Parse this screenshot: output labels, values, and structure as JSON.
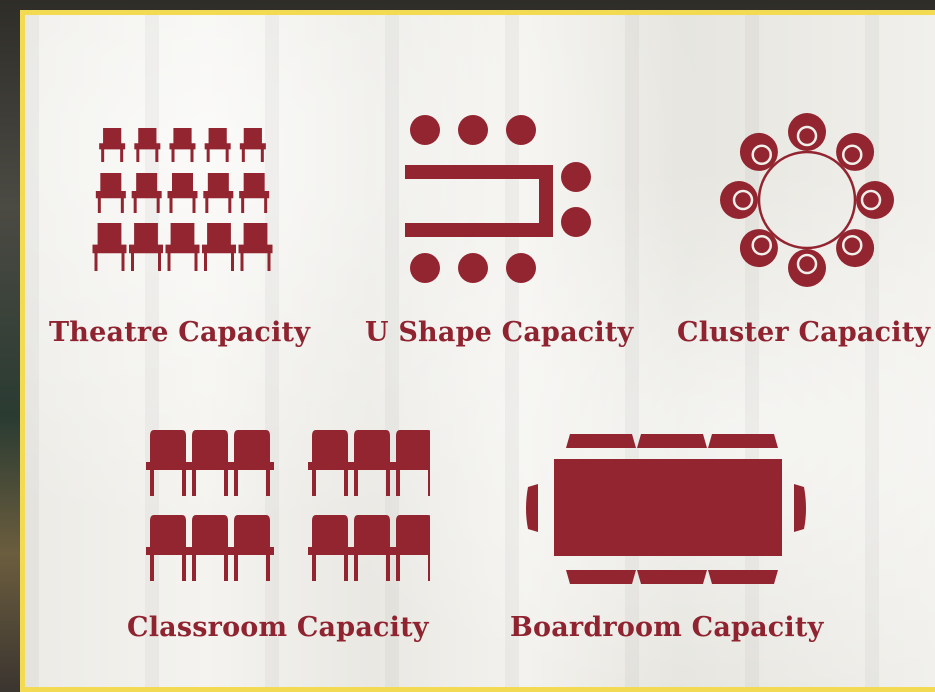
{
  "layouts": [
    {
      "key": "theatre",
      "label": "Theatre Capacity",
      "icon": "theatre-seating-icon"
    },
    {
      "key": "ushape",
      "label": "U Shape Capacity",
      "icon": "u-shape-table-icon"
    },
    {
      "key": "cluster",
      "label": "Cluster Capacity",
      "icon": "round-table-cluster-icon"
    },
    {
      "key": "classroom",
      "label": "Classroom Capacity",
      "icon": "classroom-seating-icon"
    },
    {
      "key": "boardroom",
      "label": "Boardroom Capacity",
      "icon": "boardroom-table-icon"
    }
  ],
  "colors": {
    "accent": "#922530",
    "frame": "#f2da52"
  }
}
